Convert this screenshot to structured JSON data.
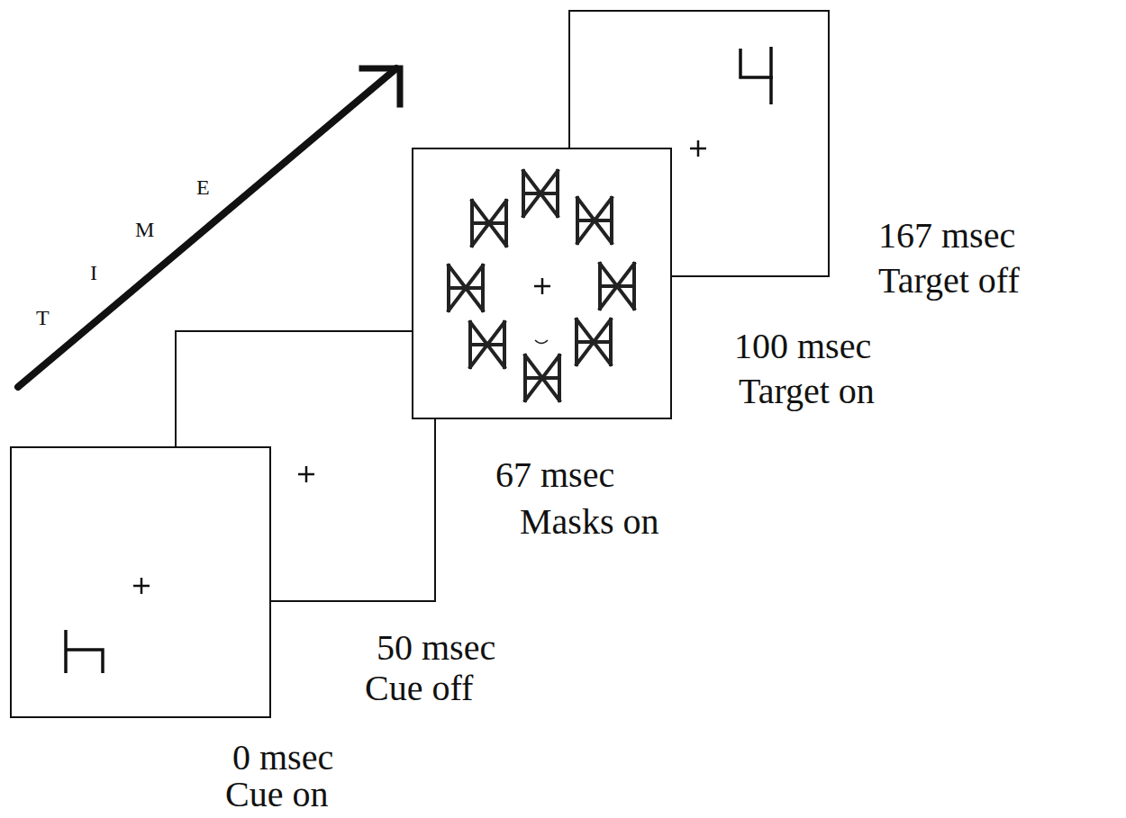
{
  "diagram": {
    "labels": [
      "T",
      "I",
      "M",
      "E",
      "0 msec",
      "Cue on",
      "50 msec",
      "Cue off",
      "67 msec",
      "Masks on",
      "100 msec",
      "Target on",
      "167 msec",
      "Target off"
    ]
  }
}
